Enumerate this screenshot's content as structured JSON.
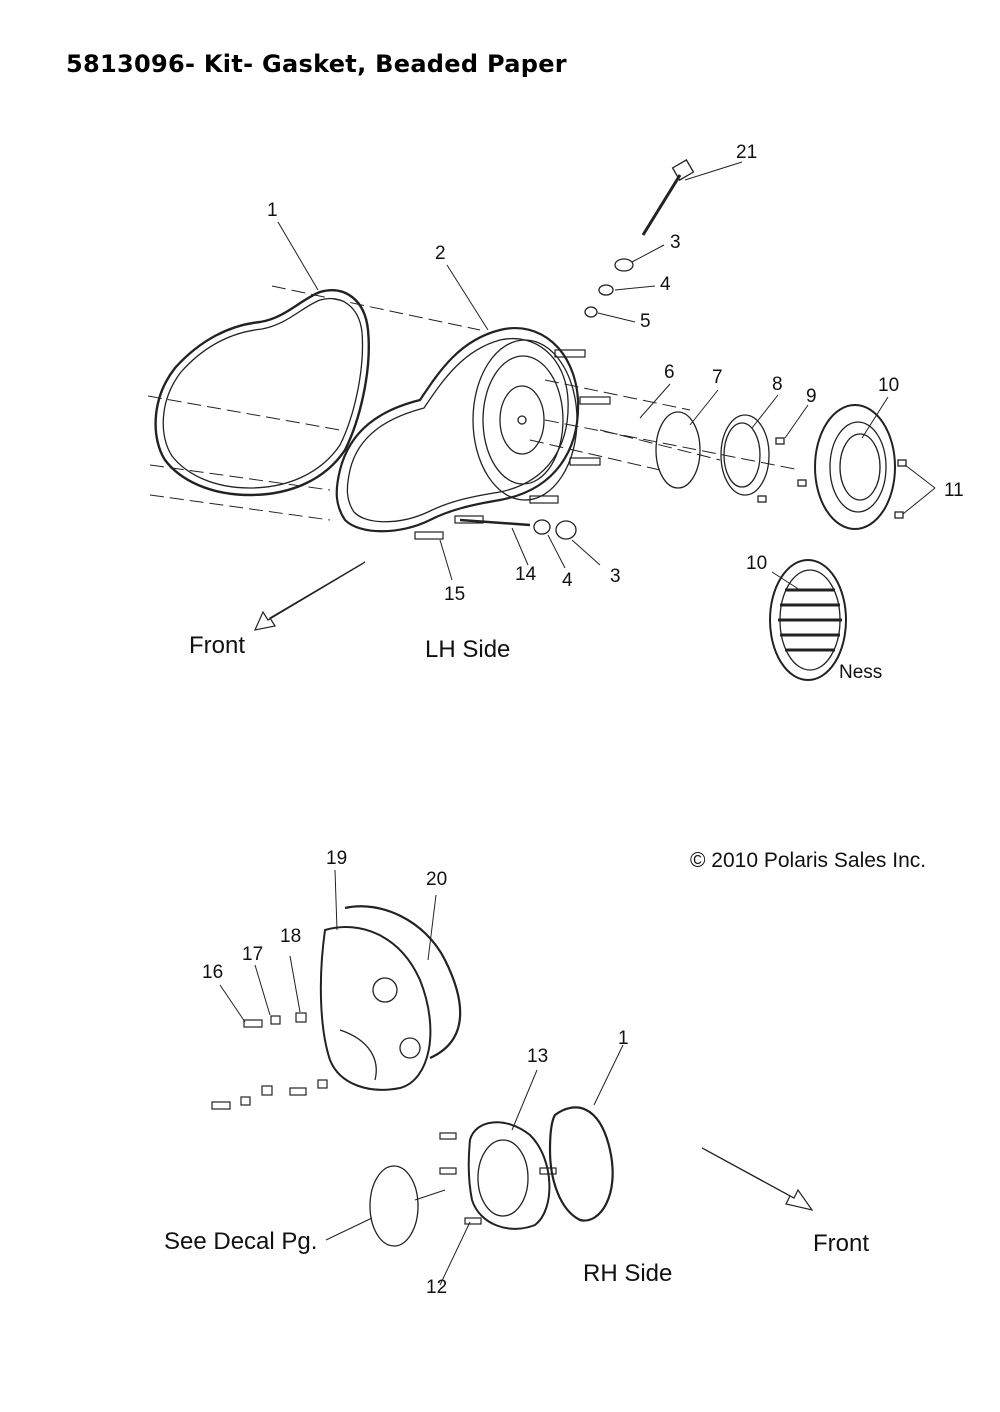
{
  "title": "5813096- Kit- Gasket, Beaded Paper",
  "copyright": "© 2010 Polaris Sales Inc.",
  "top_view": {
    "side_label": "LH Side",
    "front_label": "Front",
    "variant_label": "Ness",
    "callouts": [
      "1",
      "2",
      "3",
      "4",
      "5",
      "6",
      "7",
      "8",
      "9",
      "10",
      "11",
      "21",
      "3",
      "4",
      "14",
      "15",
      "10"
    ]
  },
  "bottom_view": {
    "side_label": "RH Side",
    "front_label": "Front",
    "decal_label": "See Decal Pg.",
    "callouts": [
      "19",
      "20",
      "18",
      "17",
      "16",
      "13",
      "1",
      "12"
    ]
  }
}
